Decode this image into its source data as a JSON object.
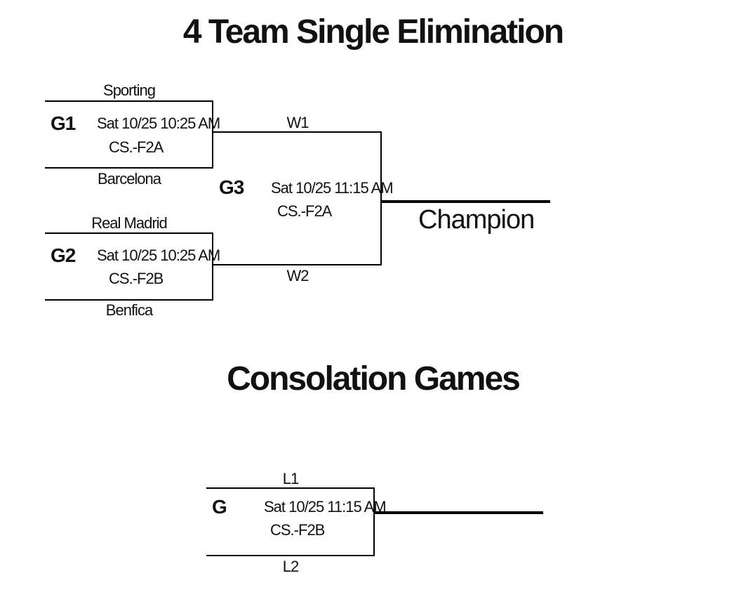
{
  "main_title": "4 Team Single Elimination",
  "consolation_title": "Consolation Games",
  "bracket": {
    "g1": {
      "id": "G1",
      "time": "Sat 10/25  10:25 AM",
      "location": "CS.-F2A",
      "top_team": "Sporting",
      "bottom_team": "Barcelona"
    },
    "g2": {
      "id": "G2",
      "time": "Sat 10/25  10:25 AM",
      "location": "CS.-F2B",
      "top_team": "Real Madrid",
      "bottom_team": "Benfica"
    },
    "g3": {
      "id": "G3",
      "time": "Sat 10/25  11:15 AM",
      "location": "CS.-F2A",
      "top_team": "W1",
      "bottom_team": "W2"
    },
    "champion_label": "Champion"
  },
  "consolation": {
    "g": {
      "id": "G",
      "time": "Sat 10/25  11:15 AM",
      "location": "CS.-F2B",
      "top_team": "L1",
      "bottom_team": "L2"
    }
  }
}
